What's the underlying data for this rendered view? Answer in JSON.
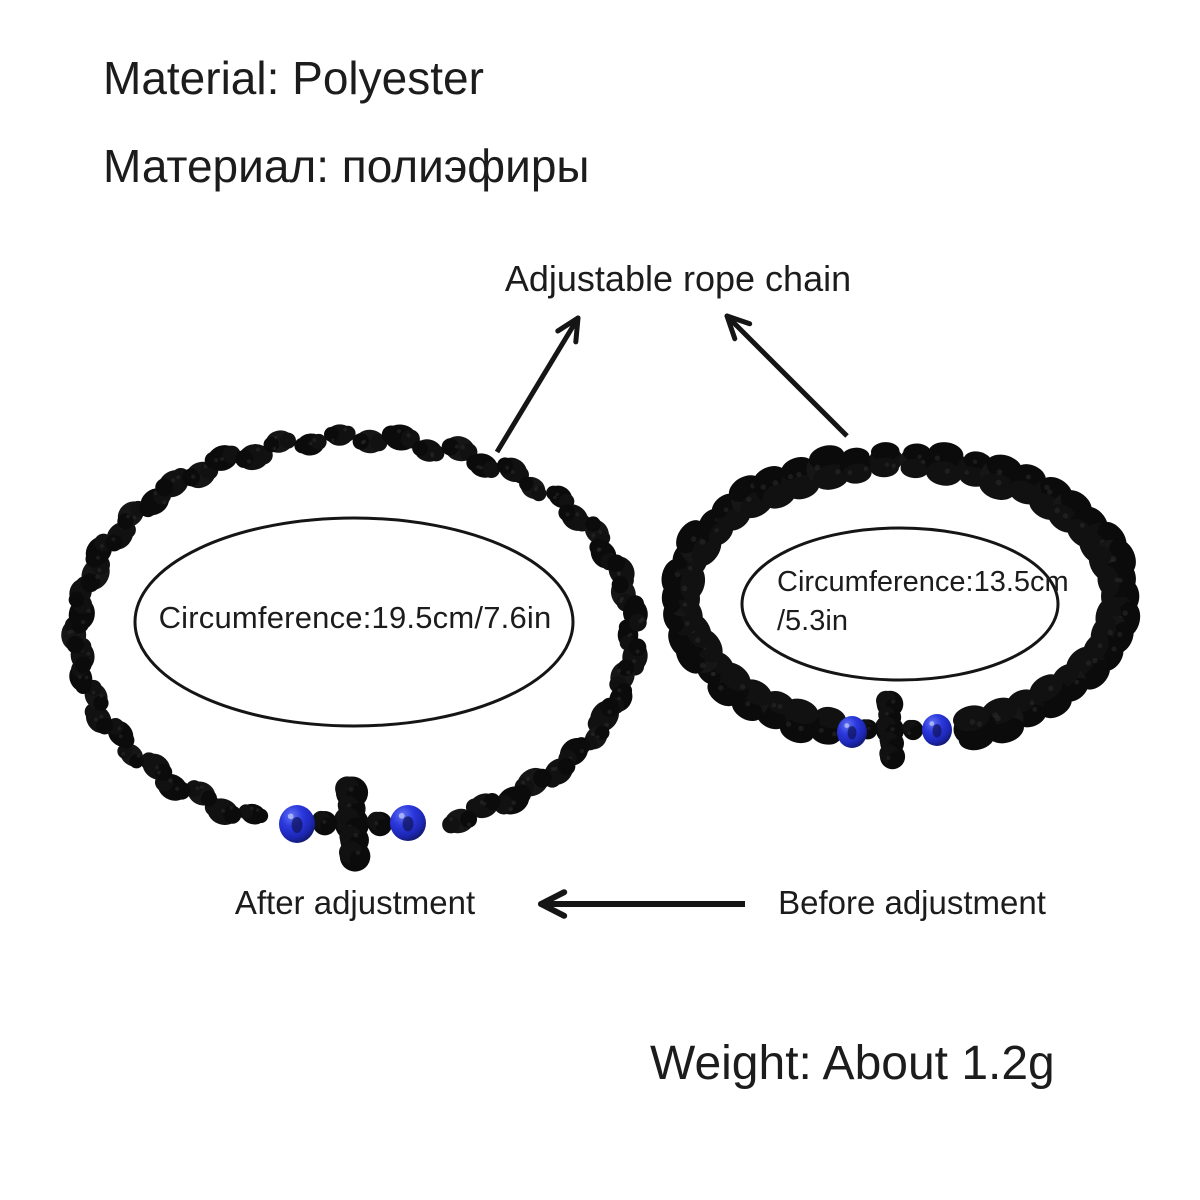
{
  "labels": {
    "material_en": "Material: Polyester",
    "material_ru": "Материал: полиэфиры",
    "adjustable": "Adjustable rope chain",
    "after": "After adjustment",
    "before": "Before adjustment",
    "weight": "Weight: About 1.2g"
  },
  "bracelets": {
    "large": {
      "label": "Circumference:19.5cm/7.6in"
    },
    "small": {
      "label_line1": "Circumference:13.5cm",
      "label_line2": "/5.3in"
    }
  },
  "colors": {
    "background": "#ffffff",
    "text": "#1c1c1c",
    "line": "#151515",
    "rope_dark": "#0b0b0b",
    "rope_mid": "#111111",
    "rope_light": "#161616",
    "rope_speck": "#2e2e2e",
    "bead_blue": "#2b38dd",
    "bead_blue_dark": "#10165e",
    "bead_blue_light": "#6272f2"
  }
}
